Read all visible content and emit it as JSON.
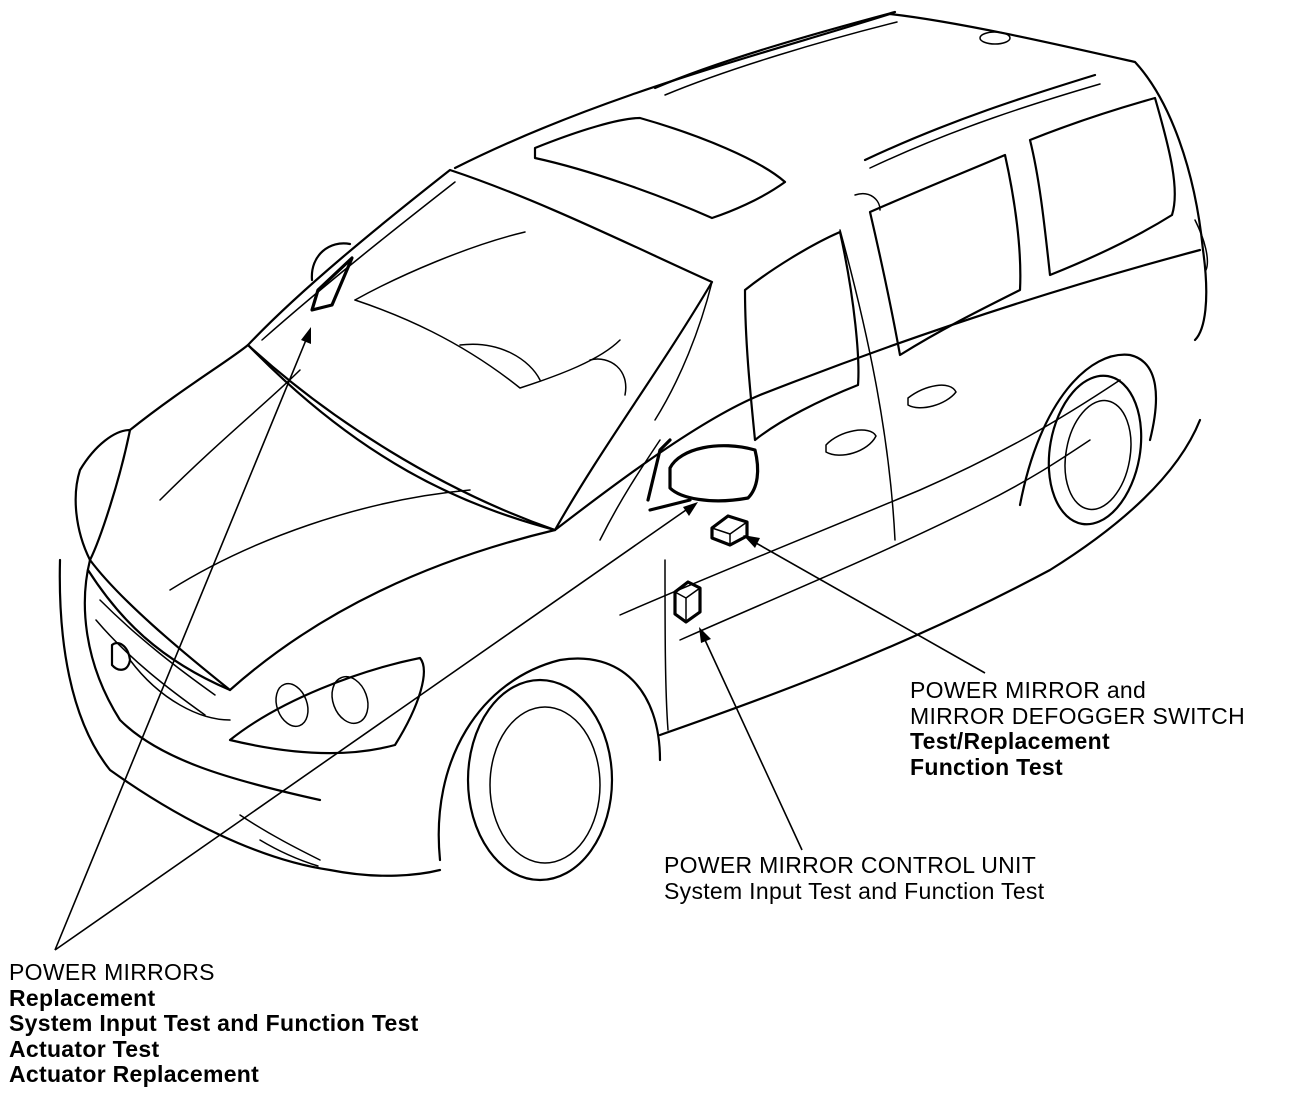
{
  "callouts": {
    "switch": {
      "title_line1": "POWER MIRROR and",
      "title_line2": "MIRROR DEFOGGER SWITCH",
      "item1": "Test/Replacement",
      "item2": "Function Test"
    },
    "control_unit": {
      "title": "POWER MIRROR CONTROL UNIT",
      "item1": "System Input Test and Function Test"
    },
    "mirrors": {
      "title": "POWER MIRRORS",
      "item1": "Replacement",
      "item2": "System Input Test and Function Test",
      "item3": "Actuator Test",
      "item4": "Actuator Replacement"
    }
  }
}
